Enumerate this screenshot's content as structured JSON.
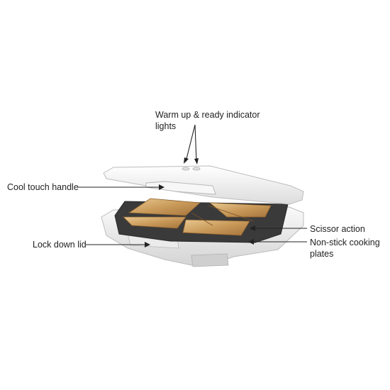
{
  "callouts": {
    "indicator_lights": {
      "line1": "Warm up & ready indicator",
      "line2": "lights"
    },
    "handle": "Cool touch handle",
    "lock": "Lock down lid",
    "scissor": "Scissor action",
    "plates": {
      "line1": "Non-stick cooking",
      "line2": "plates"
    }
  },
  "colors": {
    "appliance_body": "#f4f4f4",
    "appliance_shadow": "#d9d9d9",
    "plate": "#3a3a3a",
    "toast_crust": "#b9874a",
    "toast_light": "#e6c58e",
    "background": "#ffffff",
    "text": "#222222"
  }
}
